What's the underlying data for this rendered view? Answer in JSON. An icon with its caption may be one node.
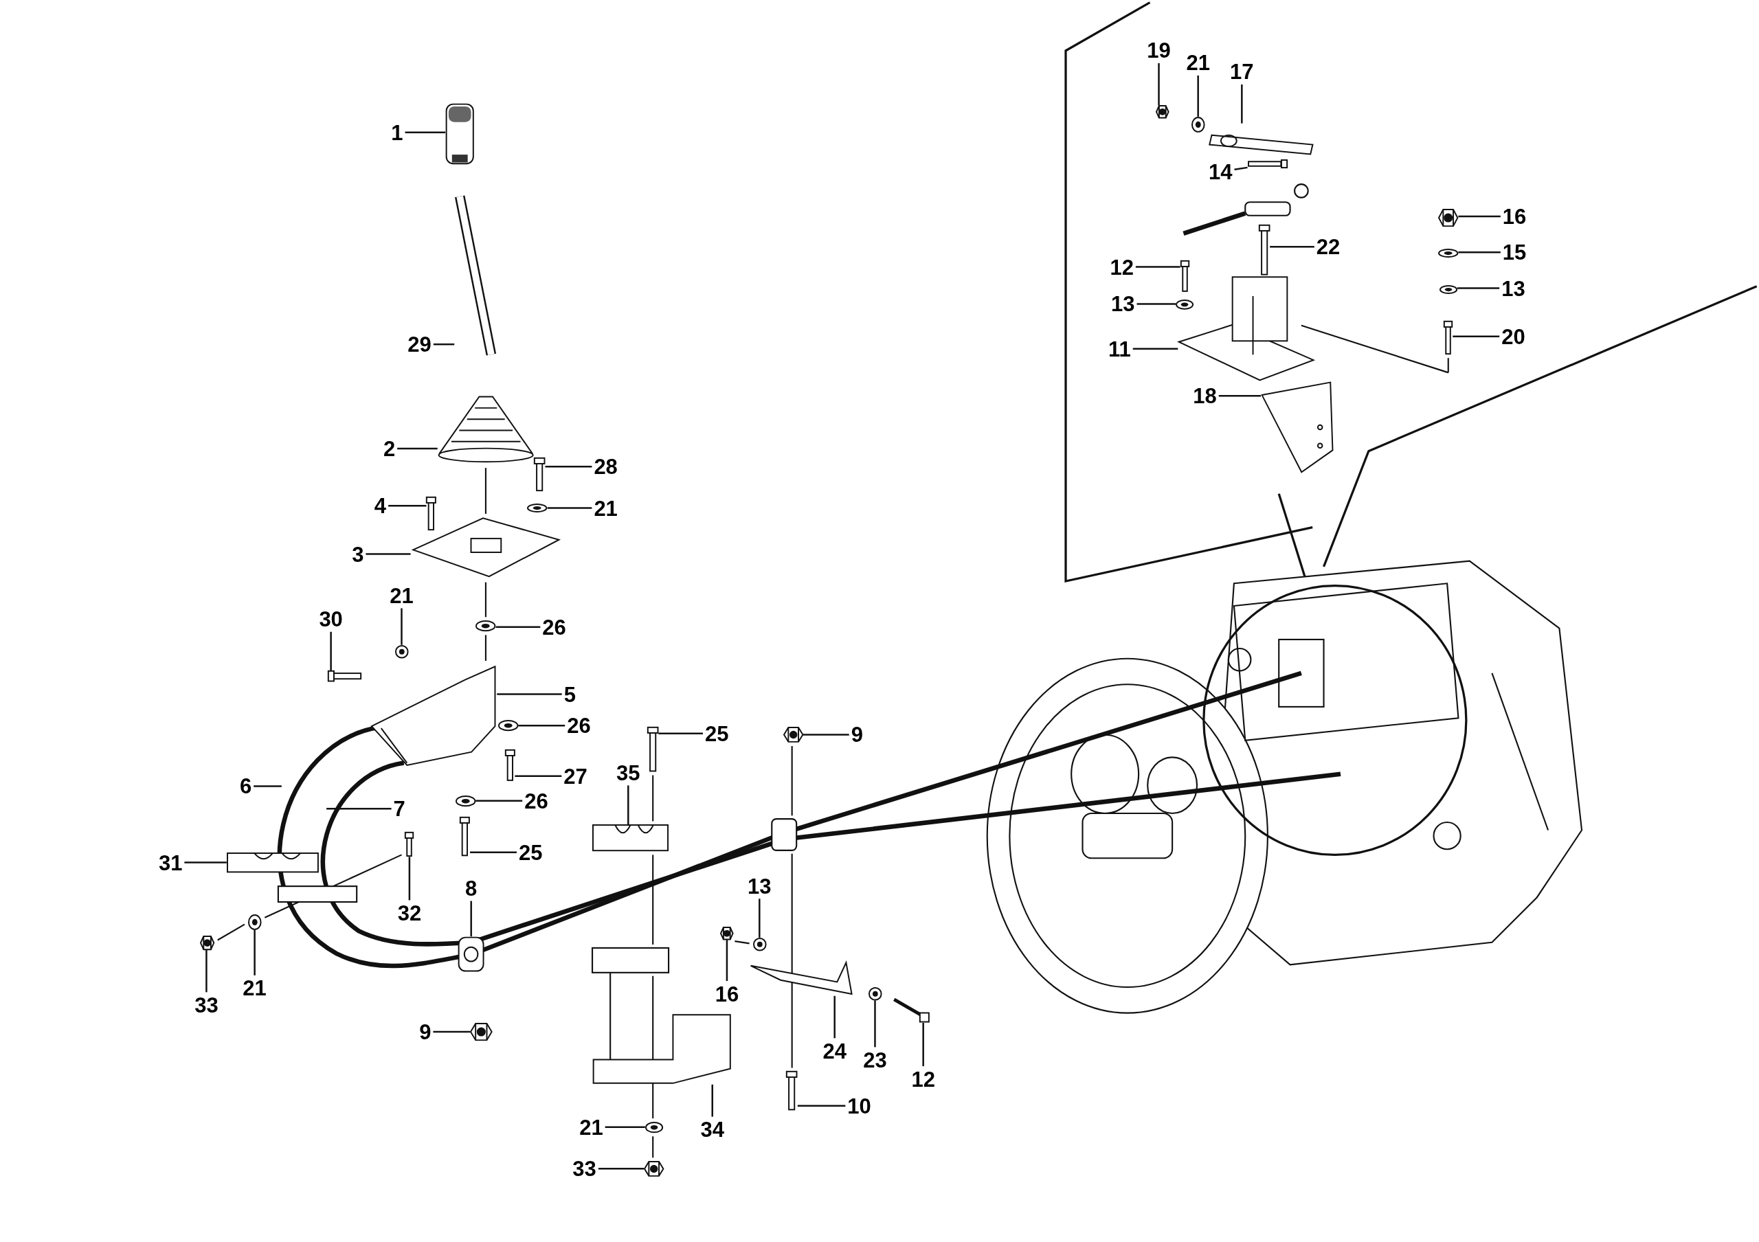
{
  "diagram": {
    "nodes": [
      {
        "text": [
          "1"
        ]
      },
      {
        "text": [
          "29"
        ]
      },
      {
        "text": [
          "2"
        ]
      },
      {
        "text": [
          "28"
        ]
      },
      {
        "text": [
          "4"
        ]
      },
      {
        "text": [
          "21"
        ]
      },
      {
        "text": [
          "3"
        ]
      },
      {
        "text": [
          "30"
        ]
      },
      {
        "text": [
          "21"
        ]
      },
      {
        "text": [
          "26"
        ]
      },
      {
        "text": [
          "5"
        ]
      },
      {
        "text": [
          "26"
        ]
      },
      {
        "text": [
          "6"
        ]
      },
      {
        "text": [
          "7"
        ]
      },
      {
        "text": [
          "27"
        ]
      },
      {
        "text": [
          "26"
        ]
      },
      {
        "text": [
          "25"
        ]
      },
      {
        "text": [
          "31"
        ]
      },
      {
        "text": [
          "32"
        ]
      },
      {
        "text": [
          "8"
        ]
      },
      {
        "text": [
          "33"
        ]
      },
      {
        "text": [
          "21"
        ]
      },
      {
        "text": [
          "9"
        ]
      },
      {
        "text": [
          "25"
        ]
      },
      {
        "text": [
          "35"
        ]
      },
      {
        "text": [
          "9"
        ]
      },
      {
        "text": [
          "13"
        ]
      },
      {
        "text": [
          "16"
        ]
      },
      {
        "text": [
          "24"
        ]
      },
      {
        "text": [
          "23"
        ]
      },
      {
        "text": [
          "12"
        ]
      },
      {
        "text": [
          "34"
        ]
      },
      {
        "text": [
          "21"
        ]
      },
      {
        "text": [
          "10"
        ]
      },
      {
        "text": [
          "33"
        ]
      },
      {
        "text": [
          "19"
        ]
      },
      {
        "text": [
          "21"
        ]
      },
      {
        "text": [
          "17"
        ]
      },
      {
        "text": [
          "14"
        ]
      },
      {
        "text": [
          "16"
        ]
      },
      {
        "text": [
          "22"
        ]
      },
      {
        "text": [
          "15"
        ]
      },
      {
        "text": [
          "12"
        ]
      },
      {
        "text": [
          "13"
        ]
      },
      {
        "text": [
          "13"
        ]
      },
      {
        "text": [
          "20"
        ]
      },
      {
        "text": [
          "11"
        ]
      },
      {
        "text": [
          "18"
        ]
      },
      {
        "text": [],
        "shape": "picture"
      },
      {
        "text": [],
        "shape": "picture"
      },
      {
        "text": [],
        "shape": "picture"
      },
      {
        "text": [],
        "shape": "picture"
      },
      {
        "text": [],
        "shape": "picture"
      },
      {
        "text": [],
        "shape": "picture"
      },
      {
        "text": [],
        "shape": "picture"
      },
      {
        "text": [],
        "shape": "picture"
      },
      {
        "text": [],
        "shape": "picture"
      },
      {
        "text": [],
        "shape": "picture"
      },
      {
        "text": [],
        "shape": "picture"
      },
      {
        "text": [],
        "shape": "picture"
      },
      {
        "text": [],
        "shape": "picture"
      },
      {
        "text": [],
        "shape": "picture"
      },
      {
        "text": [],
        "shape": "picture"
      },
      {
        "text": [],
        "shape": "picture"
      },
      {
        "text": [],
        "shape": "picture"
      },
      {
        "text": [],
        "shape": "picture"
      },
      {
        "text": [],
        "shape": "picture"
      },
      {
        "text": [],
        "shape": "picture"
      },
      {
        "text": [],
        "shape": "picture"
      },
      {
        "text": [],
        "shape": "picture"
      },
      {
        "text": [],
        "shape": "picture"
      },
      {
        "text": [],
        "shape": "picture"
      },
      {
        "text": [],
        "shape": "picture"
      },
      {
        "text": [],
        "shape": "picture"
      },
      {
        "text": [],
        "shape": "picture"
      },
      {
        "text": [],
        "shape": "picture"
      },
      {
        "text": [],
        "shape": "picture"
      },
      {
        "text": [],
        "shape": "picture"
      },
      {
        "text": [],
        "shape": "picture"
      },
      {
        "text": [],
        "shape": "picture"
      },
      {
        "text": [],
        "shape": "picture"
      },
      {
        "text": [],
        "shape": "picture"
      },
      {
        "text": [],
        "shape": "picture"
      },
      {
        "text": [],
        "shape": "picture"
      },
      {
        "text": [],
        "shape": "picture"
      },
      {
        "text": [],
        "shape": "picture"
      },
      {
        "text": [],
        "shape": "picture"
      },
      {
        "text": [],
        "shape": "picture"
      },
      {
        "text": [],
        "shape": "picture"
      },
      {
        "text": [],
        "shape": "picture"
      },
      {
        "text": [],
        "shape": "picture"
      },
      {
        "text": [],
        "shape": "picture"
      },
      {
        "text": [],
        "shape": "picture"
      },
      {
        "text": [],
        "shape": "picture"
      }
    ],
    "edges": [
      {
        "from": 0,
        "to": 48,
        "arrow": "none"
      },
      {
        "from": 1,
        "to": 49,
        "arrow": "none"
      },
      {
        "from": 2,
        "to": 50,
        "arrow": "none"
      },
      {
        "from": 3,
        "to": 51,
        "arrow": "none"
      },
      {
        "from": 4,
        "to": 52,
        "arrow": "none"
      },
      {
        "from": 5,
        "to": 53,
        "arrow": "none"
      },
      {
        "from": 6,
        "to": 54,
        "arrow": "none"
      },
      {
        "from": 7,
        "to": 55,
        "arrow": "none"
      },
      {
        "from": 8,
        "to": 56,
        "arrow": "none"
      },
      {
        "from": 9,
        "to": 57,
        "arrow": "none"
      },
      {
        "from": 10,
        "to": 58,
        "arrow": "none"
      },
      {
        "from": 11,
        "to": 59,
        "arrow": "none"
      },
      {
        "from": 12,
        "to": null,
        "arrow": "none"
      },
      {
        "from": 13,
        "to": null,
        "arrow": "none"
      },
      {
        "from": 14,
        "to": 60,
        "arrow": "none"
      },
      {
        "from": 15,
        "to": 61,
        "arrow": "none"
      },
      {
        "from": 16,
        "to": 62,
        "arrow": "none"
      },
      {
        "from": 17,
        "to": 63,
        "arrow": "none"
      },
      {
        "from": 18,
        "to": 64,
        "arrow": "none"
      },
      {
        "from": 19,
        "to": 65,
        "arrow": "none"
      },
      {
        "from": 20,
        "to": 66,
        "arrow": "none"
      },
      {
        "from": 21,
        "to": 67,
        "arrow": "none"
      },
      {
        "from": 22,
        "to": 68,
        "arrow": "none"
      },
      {
        "from": 23,
        "to": 69,
        "arrow": "none"
      },
      {
        "from": 24,
        "to": 70,
        "arrow": "none"
      },
      {
        "from": 25,
        "to": 71,
        "arrow": "none"
      },
      {
        "from": 26,
        "to": 72,
        "arrow": "none"
      },
      {
        "from": 27,
        "to": 73,
        "arrow": "none"
      },
      {
        "from": 28,
        "to": 74,
        "arrow": "none"
      },
      {
        "from": 29,
        "to": 75,
        "arrow": "none"
      },
      {
        "from": 30,
        "to": 76,
        "arrow": "none"
      },
      {
        "from": 31,
        "to": 77,
        "arrow": "none"
      },
      {
        "from": 32,
        "to": 78,
        "arrow": "none"
      },
      {
        "from": 33,
        "to": 79,
        "arrow": "none"
      },
      {
        "from": 34,
        "to": 80,
        "arrow": "none"
      },
      {
        "from": 35,
        "to": 81,
        "arrow": "none"
      },
      {
        "from": 36,
        "to": 82,
        "arrow": "none"
      },
      {
        "from": 37,
        "to": 83,
        "arrow": "none"
      },
      {
        "from": 38,
        "to": 84,
        "arrow": "none"
      },
      {
        "from": 39,
        "to": 85,
        "arrow": "none"
      },
      {
        "from": 40,
        "to": 86,
        "arrow": "none"
      },
      {
        "from": 41,
        "to": 87,
        "arrow": "none"
      },
      {
        "from": 42,
        "to": 88,
        "arrow": "none"
      },
      {
        "from": 43,
        "to": 89,
        "arrow": "none"
      },
      {
        "from": 44,
        "to": 90,
        "arrow": "none"
      },
      {
        "from": 45,
        "to": 91,
        "arrow": "none"
      },
      {
        "from": 46,
        "to": 92,
        "arrow": "none"
      },
      {
        "from": 47,
        "to": 93,
        "arrow": "none"
      }
    ]
  }
}
